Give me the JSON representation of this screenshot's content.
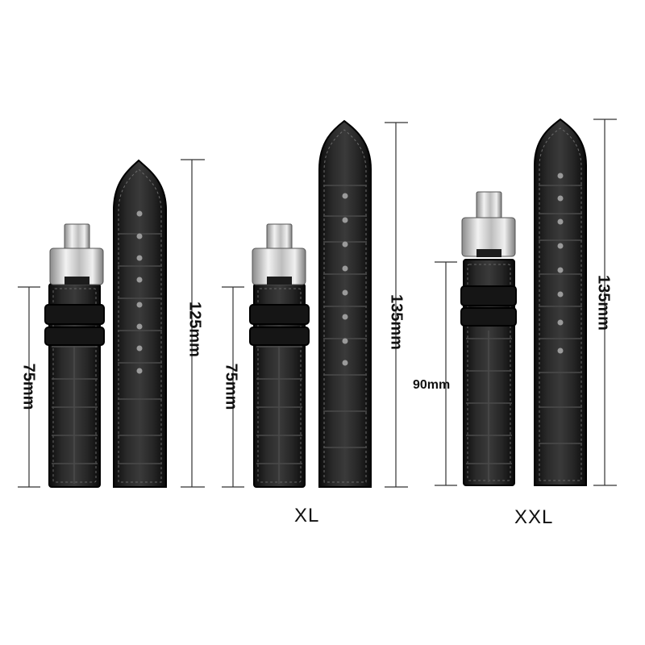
{
  "strap_sets": [
    {
      "size_label": "",
      "short_strap_length": "75mm",
      "long_strap_length": "125mm"
    },
    {
      "size_label": "XL",
      "short_strap_length": "75mm",
      "long_strap_length": "135mm"
    },
    {
      "size_label": "XXL",
      "short_strap_length": "90mm",
      "long_strap_length": "135mm"
    }
  ],
  "colors": {
    "leather": "#1b1b1b",
    "stitch": "#6a6a6a",
    "metal": "#cfcfcf",
    "dimension_line": "#333333"
  }
}
